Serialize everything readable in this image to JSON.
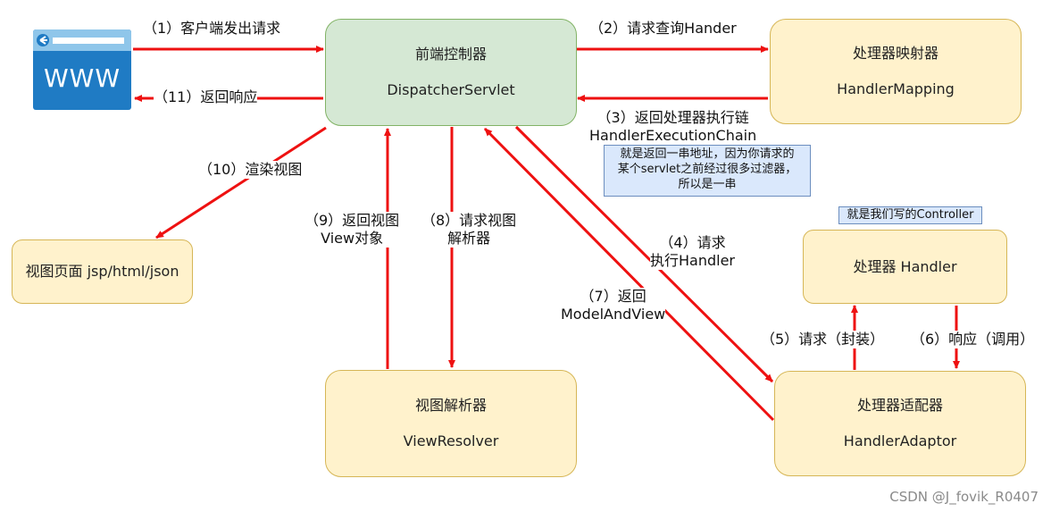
{
  "browser": {
    "text": "WWW"
  },
  "nodes": {
    "dispatcher": {
      "title": "前端控制器",
      "subtitle": "DispatcherServlet"
    },
    "handler_mapping": {
      "title": "处理器映射器",
      "subtitle": "HandlerMapping"
    },
    "view_page": {
      "title": "视图页面 jsp/html/json"
    },
    "view_resolver": {
      "title": "视图解析器",
      "subtitle": "ViewResolver"
    },
    "handler": {
      "title": "处理器 Handler"
    },
    "handler_adaptor": {
      "title": "处理器适配器",
      "subtitle": "HandlerAdaptor"
    }
  },
  "steps": {
    "s1": "（1）客户端发出请求",
    "s2": "（2）请求查询Hander",
    "s3_line1": "（3）返回处理器执行链",
    "s3_line2": "HandlerExecutionChain",
    "s4_line1": "（4）请求",
    "s4_line2": "执行Handler",
    "s5": "（5）请求（封装）",
    "s6": "（6）响应（调用）",
    "s7_line1": "（7）返回",
    "s7_line2": "ModelAndView",
    "s8_line1": "（8）请求视图",
    "s8_line2": "解析器",
    "s9_line1": "（9）返回视图",
    "s9_line2": "View对象",
    "s10": "（10）渲染视图",
    "s11": "（11）返回响应"
  },
  "notes": {
    "chain_note": [
      "就是返回一串地址，因为你请求的",
      "某个servlet之前经过很多过滤器，",
      "所以是一串"
    ],
    "controller_note": "就是我们写的Controller"
  },
  "colors": {
    "arrow": "#ee1111",
    "yellow_fill": "#fff2cc",
    "green_fill": "#d5e8d4",
    "note_fill": "#dae8fc",
    "browser_blue": "#1f7bc4"
  },
  "watermark": "CSDN @J_fovik_R0407"
}
